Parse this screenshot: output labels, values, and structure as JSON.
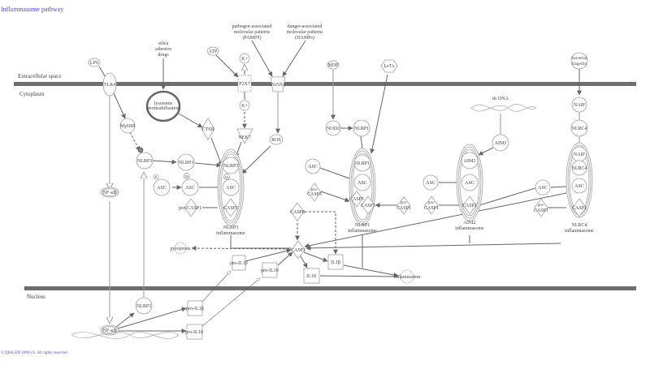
{
  "title": "Inflammasome pathway",
  "copyright": "© QIAGEN 2000-25. All rights reserved",
  "compartments": {
    "extracellular": "Extracellular space",
    "cytoplasm": "Cytoplasm",
    "nucleus": "Nucleus"
  },
  "colors": {
    "membrane": "#6e6e6e",
    "node_stroke": "#a0a0a0",
    "edge": "#666666",
    "link": "#4a4aff"
  },
  "labels": {
    "lps": "LPS",
    "tlr4": "TLR4",
    "silica1": "silica",
    "silica2": "asbestos",
    "silica3": "drugs",
    "atp": "ATP",
    "kplus_top": "K+",
    "p2x7": "P2X7",
    "kplus_bottom": "K+",
    "pamps1": "pathogen-associated",
    "pamps2": "molecular patterns",
    "pamps3": "(PAMPS)",
    "damps1": "danger-associated",
    "damps2": "molecular patterns",
    "damps3": "(DAMPs)",
    "panx1": "PANX1",
    "lyso1": "lysosome",
    "lyso2": "permeabilization",
    "myd88": "MyD88",
    "ctsb": "CTSB",
    "nek7": "NEK7",
    "ros": "ROS",
    "nlrp3_a": "NLRP3",
    "nlrp3_b": "NLRP3",
    "nlrp3_c": "NLRP3",
    "p_badge": "P",
    "ub_badge": "Ub",
    "ub_badge2": "Ub",
    "asc_a": "ASC",
    "asc_b": "ASC",
    "asc_c": "ASC",
    "pro_casp1_a": "pro-CASP1",
    "casp1_a": "CASP1",
    "nlrp3_infl1": "NLRP3",
    "nlrp3_infl2": "inflammasome",
    "nfkb_cyto": "NF-ĸB",
    "mdp": "MDP",
    "letx": "LeTx",
    "nod2": "NOD2",
    "nlrp1_a": "NLRP1",
    "nlrp1_b": "NLRP1",
    "asc_d": "ASC",
    "asc_e": "ASC",
    "pro_casp5_1": "pro-",
    "pro_casp5_2": "CASP5",
    "casp5": "CASP5",
    "casp1_b": "CASP1",
    "pro_casp1_b1": "pro-",
    "pro_casp1_b2": "CASP1",
    "nlrp1_infl1": "NLRP1",
    "nlrp1_infl2": "inflammasome",
    "dsdna": "ds DNA",
    "aim2_a": "AIM2",
    "aim2_b": "AIM2",
    "asc_f": "ASC",
    "asc_g": "ASC",
    "pro_casp1_c1": "pro-",
    "pro_casp1_c2": "CASP1",
    "casp1_c": "CASP1",
    "aim2_infl1": "AIM2",
    "aim2_infl2": "inflammasome",
    "flag1": "bacterial",
    "flag2": "flagellin",
    "naip_a": "NAIP",
    "nlrc4_a": "NLRC4",
    "naip_b": "NAIP",
    "nlrc4_b": "NLRC4",
    "asc_h": "ASC",
    "asc_i": "ASC",
    "pro_casp1_d1": "pro-",
    "pro_casp1_d2": "CASP1",
    "casp1_d": "CASP1",
    "nlrc4_infl1": "NLRC4",
    "nlrc4_infl2": "inflammasome",
    "casp8": "CASP8",
    "casp1_center": "CASP1",
    "pyroptosis": "pyroptosis",
    "pro_il1b_cyto": "pro-IL1β",
    "pro_il18_cyto": "pro-IL18",
    "il1b": "IL1β",
    "il18": "IL18",
    "inflammation": "inflammation",
    "nlrp3_nuc": "NLRP3",
    "nfkb_nuc": "NF-ĸB",
    "pro_il1b_nuc": "pro-IL1β",
    "pro_il18_nuc": "pro-IL18"
  }
}
